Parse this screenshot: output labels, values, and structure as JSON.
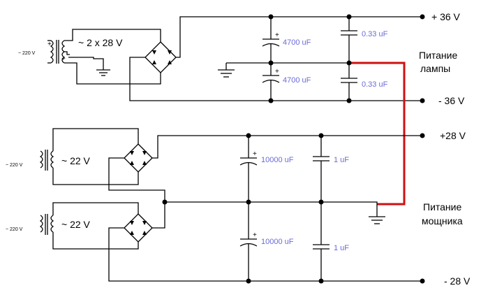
{
  "mains": {
    "t1": "~ 220 V",
    "t2": "~ 220 V",
    "t3": "~ 220 V"
  },
  "secondary": {
    "t1": "~ 2 x 28 V",
    "t2": "~ 22 V",
    "t3": "~ 22 V"
  },
  "capacitors": {
    "c1": "4700 uF",
    "c2": "4700 uF",
    "c3": "0.33 uF",
    "c4": "0.33 uF",
    "c5": "10000 uF",
    "c6": "10000 uF",
    "c7": "1 uF",
    "c8": "1 uF"
  },
  "rails": {
    "plus36": "+ 36 V",
    "minus36": "- 36 V",
    "plus28": "+28 V",
    "minus28": "- 28 V"
  },
  "labels": {
    "lamp_line1": "Питание",
    "lamp_line2": "лампы",
    "power_line1": "Питание",
    "power_line2": "мощника"
  },
  "colors": {
    "wire": "#000000",
    "jumper": "#d01010",
    "value_text": "#6a6ad8"
  }
}
